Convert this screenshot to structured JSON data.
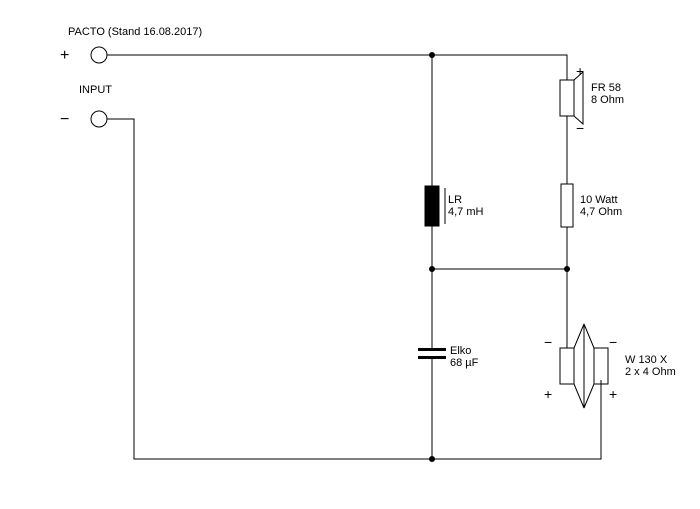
{
  "title": "PACTO (Stand 16.08.2017)",
  "input": {
    "plus_sign": "+",
    "label": "INPUT",
    "minus_sign": "−"
  },
  "tweeter": {
    "name": "FR 58",
    "impedance": "8 Ohm",
    "plus": "+",
    "minus": "−"
  },
  "resistor": {
    "power": "10 Watt",
    "value": "4,7 Ohm"
  },
  "inductor": {
    "name": "LR",
    "value": "4,7 mH"
  },
  "capacitor": {
    "name": "Elko",
    "value": "68 µF"
  },
  "woofer": {
    "name": "W 130 X",
    "impedance": "2 x 4 Ohm",
    "left_minus": "−",
    "left_plus": "+",
    "right_minus": "−",
    "right_plus": "+"
  },
  "colors": {
    "line": "#000000",
    "background": "#ffffff"
  }
}
